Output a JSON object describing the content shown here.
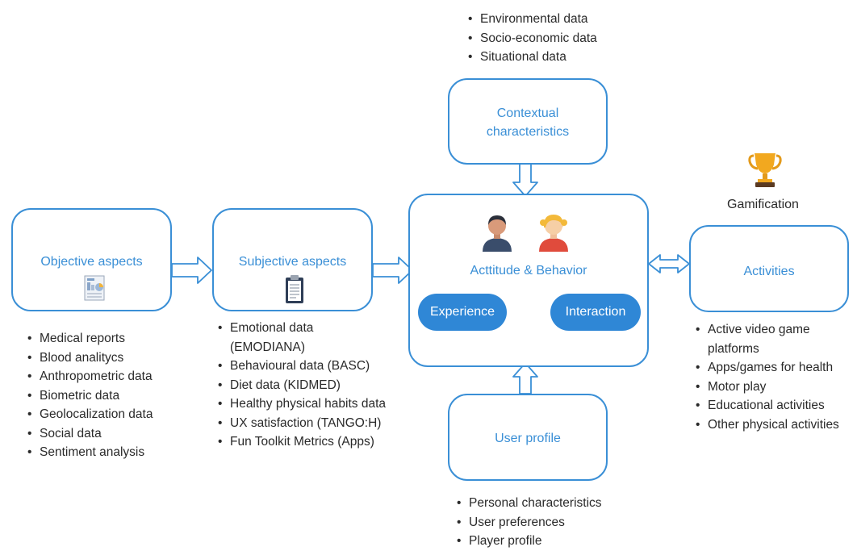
{
  "context_list": [
    "Environmental data",
    "Socio-economic data",
    "Situational data"
  ],
  "contextual_box": {
    "line1": "Contextual",
    "line2": "characteristics"
  },
  "objective_box": {
    "title": "Objective aspects"
  },
  "subjective_box": {
    "title": "Subjective aspects"
  },
  "center_box": {
    "title": "Acttitude & Behavior",
    "experience": "Experience",
    "interaction": "Interaction"
  },
  "activities_box": {
    "title": "Activities"
  },
  "gamification": {
    "label": "Gamification"
  },
  "user_profile_box": {
    "title": "User profile"
  },
  "objective_list": [
    "Medical reports",
    "Blood analitycs",
    "Anthropometric data",
    "Biometric data",
    "Geolocalization data",
    "Social data",
    "Sentiment analysis"
  ],
  "subjective_list": [
    "Emotional data (EMODIANA)",
    "Behavioural data (BASC)",
    "Diet data (KIDMED)",
    "Healthy physical habits data",
    "UX satisfaction (TANGO:H)",
    "Fun Toolkit Metrics (Apps)"
  ],
  "activities_list": [
    "Active video game platforms",
    "Apps/games for health",
    "Motor play",
    "Educational activities",
    "Other physical activities"
  ],
  "user_list": [
    "Personal characteristics",
    "User preferences",
    "Player profile"
  ],
  "colors": {
    "accent": "#3a8fd6",
    "pill": "#2f87d6",
    "trophy": "#f2a81f"
  },
  "icons": [
    "report-icon",
    "clipboard-icon",
    "boy-avatar-icon",
    "girl-avatar-icon",
    "trophy-icon"
  ]
}
